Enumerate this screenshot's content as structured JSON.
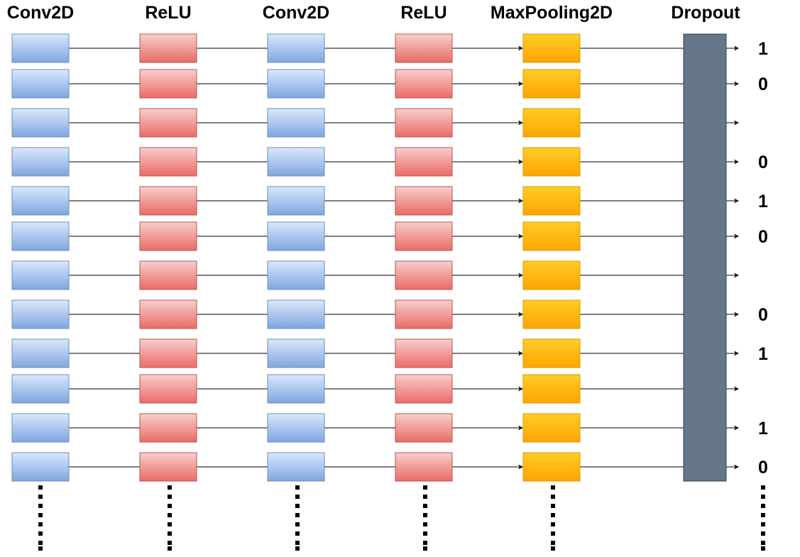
{
  "columns": [
    {
      "key": "conv1",
      "label": "Conv2D",
      "style": "blue"
    },
    {
      "key": "relu1",
      "label": "ReLU",
      "style": "red"
    },
    {
      "key": "conv2",
      "label": "Conv2D",
      "style": "blue"
    },
    {
      "key": "relu2",
      "label": "ReLU",
      "style": "red"
    },
    {
      "key": "pool",
      "label": "MaxPooling2D",
      "style": "orange"
    }
  ],
  "dropout_label": "Dropout",
  "outputs": [
    "1",
    "0",
    "",
    "0",
    "1",
    "0",
    "",
    "0",
    "1",
    "",
    "1",
    "0"
  ],
  "colors": {
    "blue_top": "#dae8fc",
    "blue_bottom": "#7ea6e0",
    "blue_stroke": "#6c8ebf",
    "red_top": "#f8cecc",
    "red_bottom": "#ea6b66",
    "red_stroke": "#b85450",
    "orange_top": "#ffcd28",
    "orange_bottom": "#ffa500",
    "orange_stroke": "#d79b00",
    "dropout_fill": "#647687",
    "dropout_stroke": "#314354",
    "line": "#000000"
  }
}
